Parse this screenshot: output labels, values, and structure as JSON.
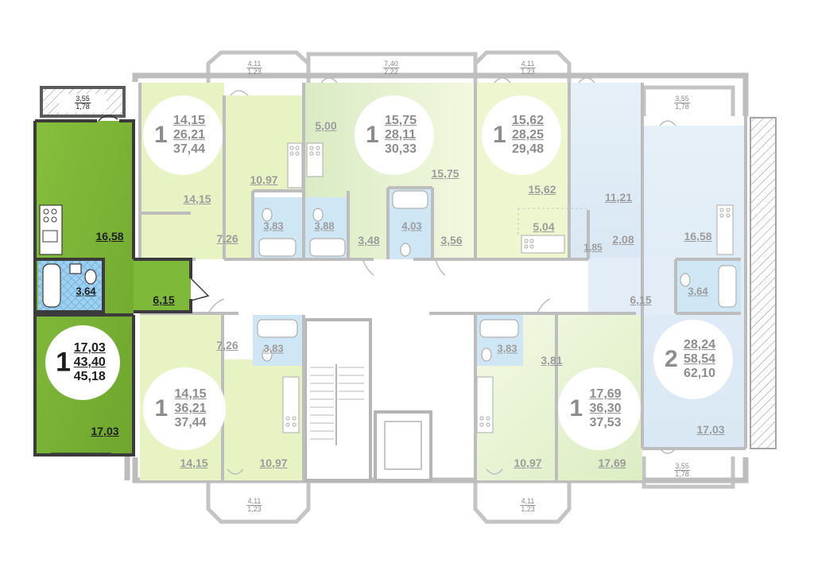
{
  "colors": {
    "wall": "#b8b8b8",
    "selected_apartment": "#7fba3a",
    "light_green": "#e8f3c4",
    "light_blue": "#e1ecf5",
    "bathroom_blue": "#cfe6f5",
    "label": "#9c9c9c",
    "label_selected": "#1d1d1d"
  },
  "apartments": [
    {
      "id": "apt-left-selected",
      "rooms": "1",
      "living": "17,03",
      "total": "43,40",
      "total_with_balcony": "45,18",
      "selected": true
    },
    {
      "id": "apt-top-left",
      "rooms": "1",
      "living": "14,15",
      "total": "26,21",
      "total_with_balcony": "37,44",
      "selected": false
    },
    {
      "id": "apt-top-middle",
      "rooms": "1",
      "living": "15,75",
      "total": "28,11",
      "total_with_balcony": "30,33",
      "selected": false
    },
    {
      "id": "apt-top-right",
      "rooms": "1",
      "living": "15,62",
      "total": "28,25",
      "total_with_balcony": "29,48",
      "selected": false
    },
    {
      "id": "apt-bottom-left",
      "rooms": "1",
      "living": "14,15",
      "total": "36,21",
      "total_with_balcony": "37,44",
      "selected": false
    },
    {
      "id": "apt-bottom-right",
      "rooms": "1",
      "living": "17,69",
      "total": "36,30",
      "total_with_balcony": "37,53",
      "selected": false
    },
    {
      "id": "apt-right",
      "rooms": "2",
      "living": "28,24",
      "total": "58,54",
      "total_with_balcony": "62,10",
      "selected": false
    }
  ],
  "room_areas": [
    {
      "value": "16,58",
      "selected": true
    },
    {
      "value": "3,64",
      "selected": true
    },
    {
      "value": "6,15",
      "selected": true
    },
    {
      "value": "17,03",
      "selected": true
    },
    {
      "value": "10,97",
      "selected": false
    },
    {
      "value": "14,15",
      "selected": false
    },
    {
      "value": "7,26",
      "selected": false
    },
    {
      "value": "3,83",
      "selected": false
    },
    {
      "value": "3,88",
      "selected": false
    },
    {
      "value": "5,00",
      "selected": false
    },
    {
      "value": "3,48",
      "selected": false
    },
    {
      "value": "4,03",
      "selected": false
    },
    {
      "value": "3,56",
      "selected": false
    },
    {
      "value": "15,75",
      "selected": false
    },
    {
      "value": "15,62",
      "selected": false
    },
    {
      "value": "5,04",
      "selected": false
    },
    {
      "value": "1,85",
      "selected": false
    },
    {
      "value": "11,21",
      "selected": false
    },
    {
      "value": "2,08",
      "selected": false
    },
    {
      "value": "16,58",
      "selected": false
    },
    {
      "value": "6,15",
      "selected": false
    },
    {
      "value": "3,64",
      "selected": false
    },
    {
      "value": "17,03",
      "selected": false
    },
    {
      "value": "7,26",
      "selected": false
    },
    {
      "value": "3,83",
      "selected": false
    },
    {
      "value": "14,15",
      "selected": false
    },
    {
      "value": "10,97",
      "selected": false
    },
    {
      "value": "3,83",
      "selected": false
    },
    {
      "value": "3,81",
      "selected": false
    },
    {
      "value": "10,97",
      "selected": false
    },
    {
      "value": "17,69",
      "selected": false
    }
  ],
  "balconies": [
    {
      "area": "3,55",
      "reduced": "1,78",
      "selected": true
    },
    {
      "area": "4,11",
      "reduced": "1,23",
      "selected": false
    },
    {
      "area": "7,40",
      "reduced": "2,22",
      "selected": false
    },
    {
      "area": "4,11",
      "reduced": "1,23",
      "selected": false
    },
    {
      "area": "3,55",
      "reduced": "1,78",
      "selected": false
    },
    {
      "area": "3,55",
      "reduced": "1,78",
      "selected": false
    },
    {
      "area": "4,11",
      "reduced": "1,23",
      "selected": false
    },
    {
      "area": "4,11",
      "reduced": "1,23",
      "selected": false
    }
  ]
}
